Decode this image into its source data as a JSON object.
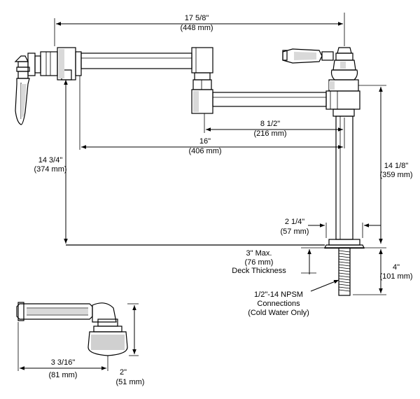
{
  "dimensions": {
    "overall_width": {
      "imperial": "17 5/8\"",
      "metric": "(448 mm)"
    },
    "lower_arm": {
      "imperial": "8 1/2\"",
      "metric": "(216 mm)"
    },
    "reach": {
      "imperial": "16\"",
      "metric": "(406 mm)"
    },
    "spout_height": {
      "imperial": "14 3/4\"",
      "metric": "(374 mm)"
    },
    "body_height": {
      "imperial": "14 1/8\"",
      "metric": "(359 mm)"
    },
    "base_width": {
      "imperial": "2 1/4\"",
      "metric": "(57 mm)"
    },
    "deck": {
      "line1": "3\" Max.",
      "line2": "(76 mm)",
      "line3": "Deck Thickness"
    },
    "shank": {
      "imperial": "4\"",
      "metric": "(101 mm)"
    },
    "connection": {
      "line1": "1/2\"-14 NPSM",
      "line2": "Connections",
      "line3": "(Cold Water Only)"
    },
    "detail_width": {
      "imperial": "3 3/16\"",
      "metric": "(81 mm)"
    },
    "detail_height": {
      "imperial": "2\"",
      "metric": "(51 mm)"
    }
  }
}
